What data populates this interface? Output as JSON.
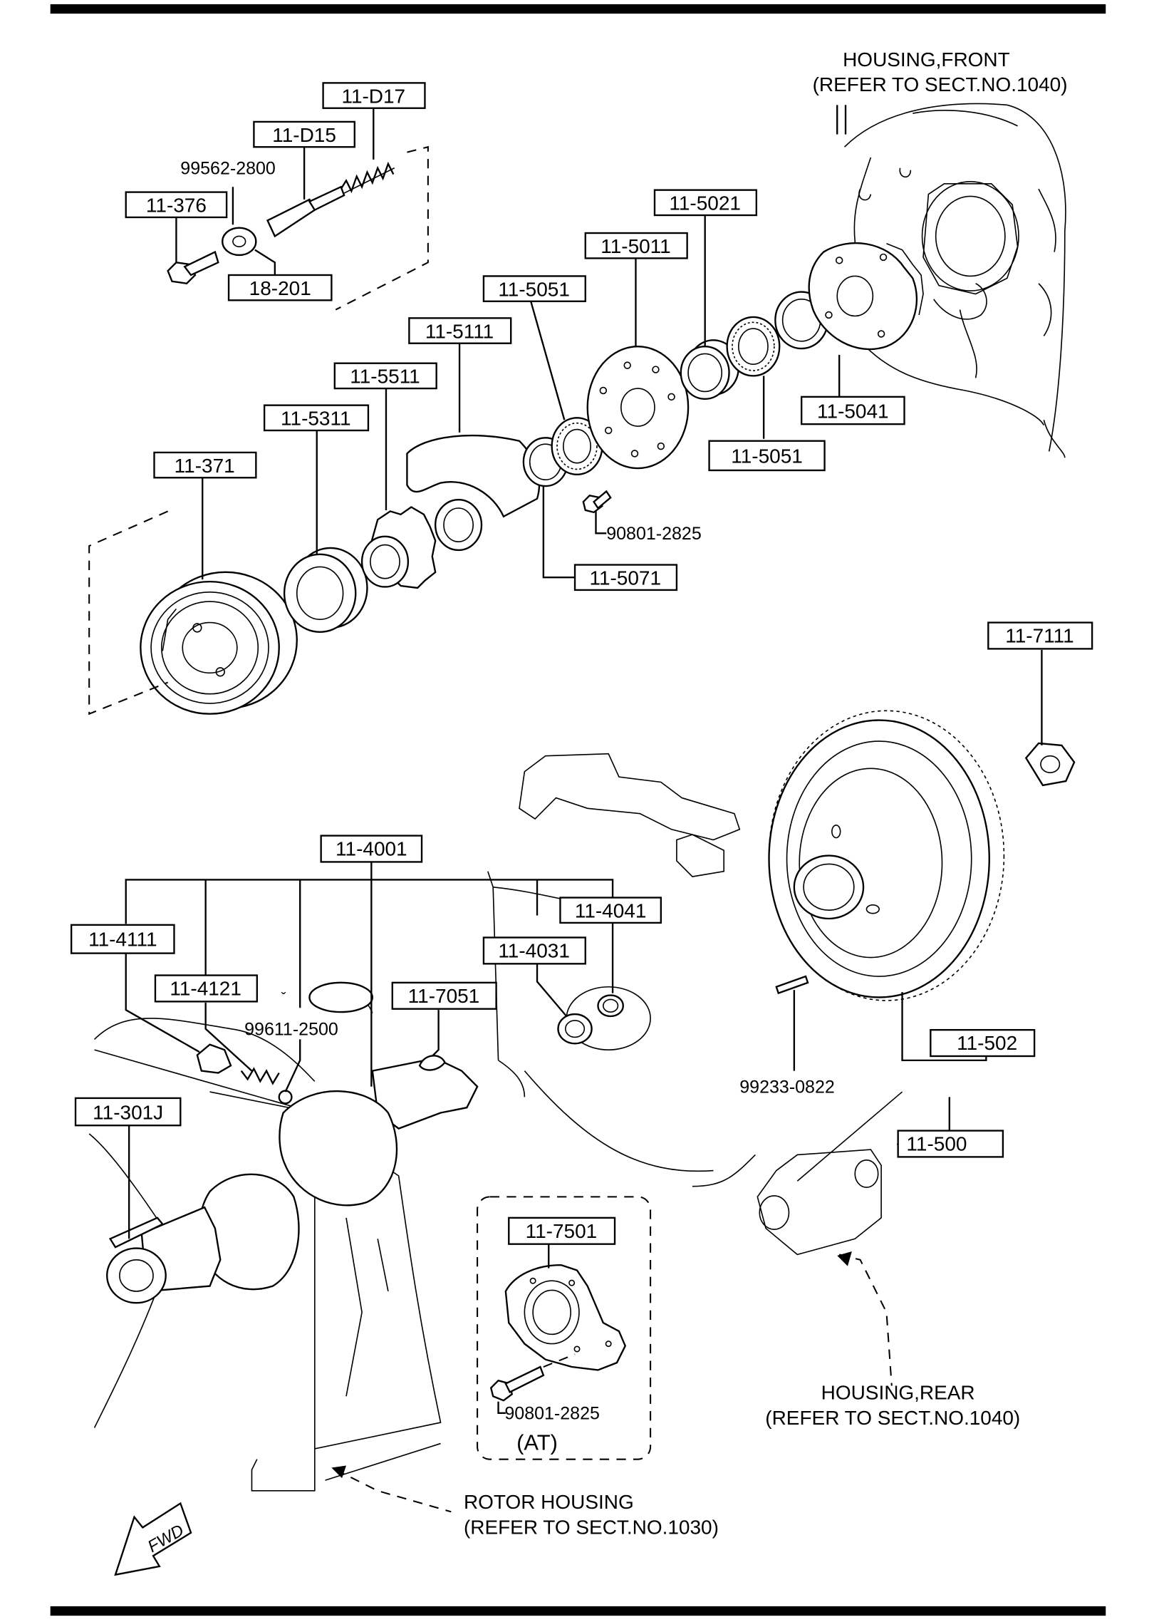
{
  "parts": {
    "d17": "11-D17",
    "d15": "11-D15",
    "p99562": "99562-2800",
    "p376": "11-376",
    "p18201": "18-201",
    "p5021": "11-5021",
    "p5011": "11-5011",
    "p5051a": "11-5051",
    "p5111": "11-5111",
    "p5511": "11-5511",
    "p5311": "11-5311",
    "p371": "11-371",
    "p5041": "11-5041",
    "p5051b": "11-5051",
    "p90801a": "90801-2825",
    "p5071": "11-5071",
    "p7111": "11-7111",
    "p4001": "11-4001",
    "p4041": "11-4041",
    "p4111": "11-4111",
    "p4031": "11-4031",
    "p4121": "11-4121",
    "p7051": "11-7051",
    "p99611": "99611-2500",
    "p502": "11-502",
    "p99233": "99233-0822",
    "p301j": "11-301J",
    "p500": "11-500",
    "p7501": "11-7501",
    "p90801b": "90801-2825",
    "at": "(AT)"
  },
  "captions": {
    "front1": "HOUSING,FRONT",
    "front2": "(REFER TO SECT.NO.1040)",
    "rear1": "HOUSING,REAR",
    "rear2": "(REFER TO SECT.NO.1040)",
    "rotor1": "ROTOR HOUSING",
    "rotor2": "(REFER TO SECT.NO.1030)",
    "fwd": "FWD"
  }
}
